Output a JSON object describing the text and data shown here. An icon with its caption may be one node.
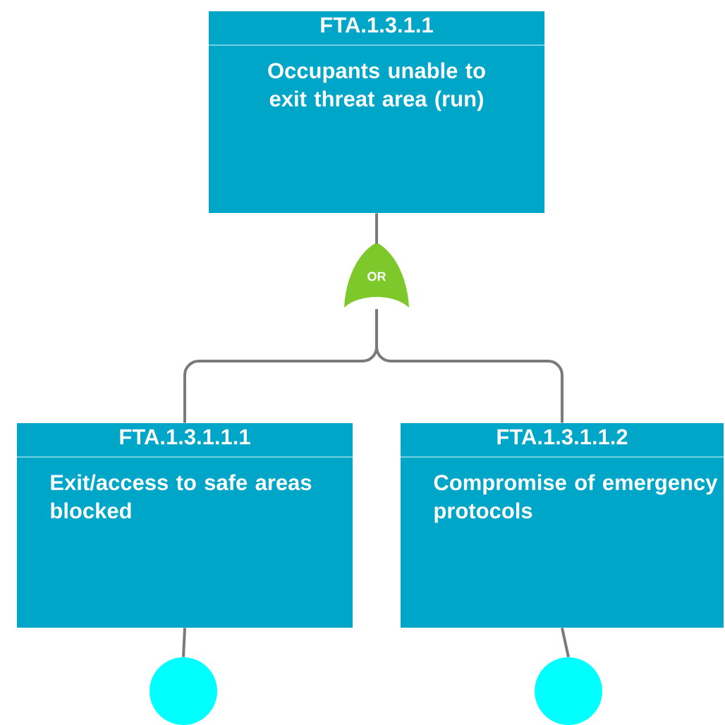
{
  "diagram": {
    "nodes": [
      {
        "text": [
          "FTA.1.3.1.1",
          "Occupants unable to exit threat area (run)"
        ]
      },
      {
        "text": [
          "OR"
        ]
      },
      {
        "text": [
          "FTA.1.3.1.1.1",
          "Exit/access to safe areas blocked"
        ]
      },
      {
        "text": [
          "FTA.1.3.1.1.2",
          "Compromise of emergency protocols"
        ]
      },
      {
        "text": [],
        "shape": "circle"
      },
      {
        "text": [],
        "shape": "circle"
      }
    ],
    "edges": [
      {
        "from": 0,
        "to": 1,
        "arrow": "none"
      },
      {
        "from": 1,
        "to": 2,
        "arrow": "none"
      },
      {
        "from": 1,
        "to": 3,
        "arrow": "none"
      },
      {
        "from": 2,
        "to": 4,
        "arrow": "none"
      },
      {
        "from": 3,
        "to": 5,
        "arrow": "none"
      }
    ]
  }
}
